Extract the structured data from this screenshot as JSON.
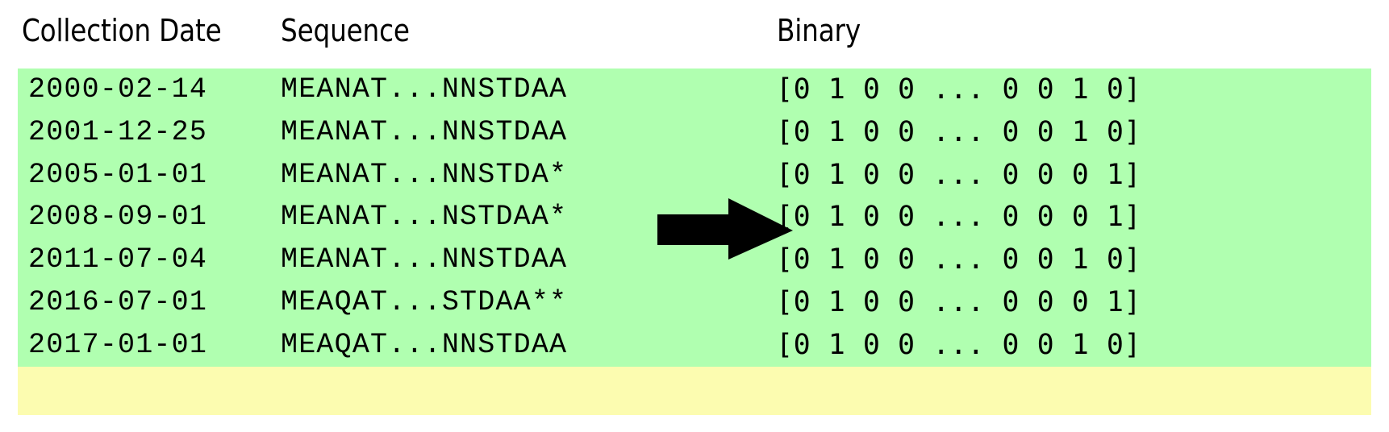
{
  "figure": {
    "colors": {
      "row_highlight_green": "#b0ffb0",
      "row_highlight_yellow": "#fcfcb0",
      "text": "#000000",
      "background": "#ffffff",
      "arrow": "#000000"
    },
    "arrow_icon_name": "right-arrow-icon"
  },
  "table": {
    "columns": [
      {
        "key": "collection_date",
        "label": "Collection Date"
      },
      {
        "key": "sequence",
        "label": "Sequence"
      },
      {
        "key": "binary",
        "label": "Binary"
      }
    ],
    "rows": [
      {
        "collection_date": "2000-02-14",
        "sequence": "MEANAT...NNSTDAA",
        "binary": "[0 1 0 0 ... 0 0 1 0]",
        "highlight": "green"
      },
      {
        "collection_date": "2001-12-25",
        "sequence": "MEANAT...NNSTDAA",
        "binary": "[0 1 0 0 ... 0 0 1 0]",
        "highlight": "green"
      },
      {
        "collection_date": "2005-01-01",
        "sequence": "MEANAT...NNSTDA*",
        "binary": "[0 1 0 0 ... 0 0 0 1]",
        "highlight": "green"
      },
      {
        "collection_date": "2008-09-01",
        "sequence": "MEANAT...NSTDAA*",
        "binary": "[0 1 0 0 ... 0 0 0 1]",
        "highlight": "green"
      },
      {
        "collection_date": "2011-07-04",
        "sequence": "MEANAT...NNSTDAA",
        "binary": "[0 1 0 0 ... 0 0 1 0]",
        "highlight": "green"
      },
      {
        "collection_date": "2016-07-01",
        "sequence": "MEAQAT...STDAA**",
        "binary": "[0 1 0 0 ... 0 0 0 1]",
        "highlight": "green"
      },
      {
        "collection_date": "2017-01-01",
        "sequence": "MEAQAT...NNSTDAA",
        "binary": "[0 1 0 0 ... 0 0 1 0]",
        "highlight": "yellow"
      }
    ]
  }
}
